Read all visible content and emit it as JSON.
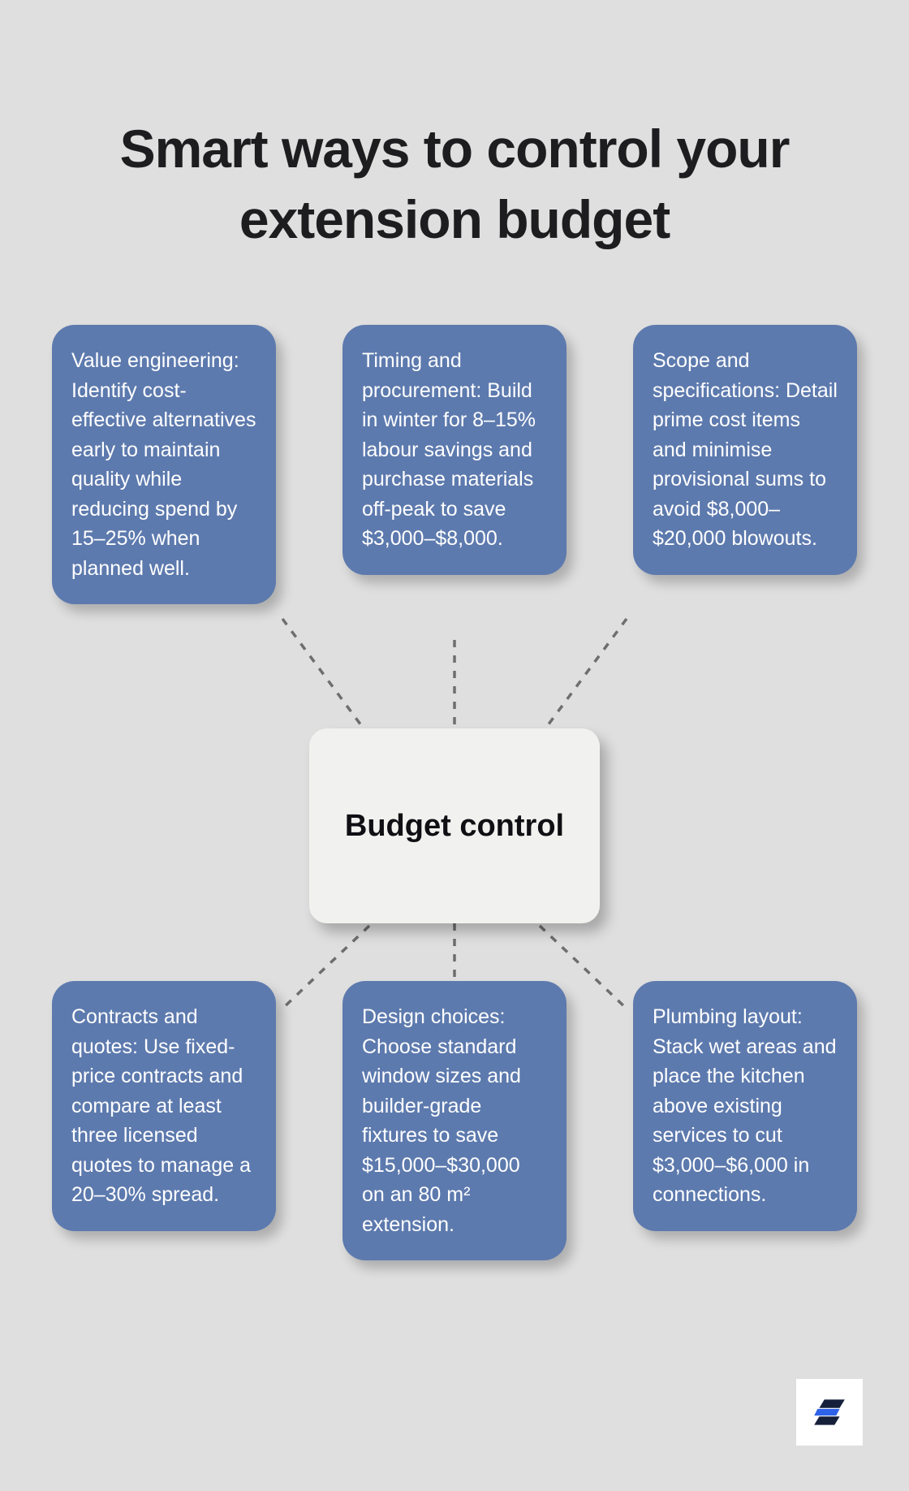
{
  "title": "Smart ways to control your extension budget",
  "center": {
    "label": "Budget control"
  },
  "nodes": [
    {
      "name": "value-engineering",
      "text": "Value engineering: Identify cost-effective alternatives early to maintain quality while reducing spend by 15–25% when planned well."
    },
    {
      "name": "timing-and-procurement",
      "text": "Timing and procurement: Build in winter for 8–15% labour savings and purchase materials off-peak to save $3,000–$8,000."
    },
    {
      "name": "scope-and-specifications",
      "text": "Scope and specifications: Detail prime cost items and minimise provisional sums to avoid $8,000–$20,000 blowouts."
    },
    {
      "name": "contracts-and-quotes",
      "text": "Contracts and quotes: Use fixed-price contracts and compare at least three licensed quotes to manage a 20–30% spread."
    },
    {
      "name": "design-choices",
      "text": "Design choices: Choose standard window sizes and builder-grade fixtures to save $15,000–$30,000 on an 80 m² extension."
    },
    {
      "name": "plumbing-layout",
      "text": "Plumbing layout: Stack wet areas and place the kitchen above existing services to cut $3,000–$6,000 in connections."
    }
  ],
  "colors": {
    "background": "#dfdfdf",
    "node_bg": "#5d7aae",
    "node_text": "#ffffff",
    "center_bg": "#f1f1ef",
    "title_text": "#1d1d1f",
    "connector": "#6e6e6e",
    "logo_dark": "#16203a",
    "logo_blue": "#2e62e8"
  }
}
